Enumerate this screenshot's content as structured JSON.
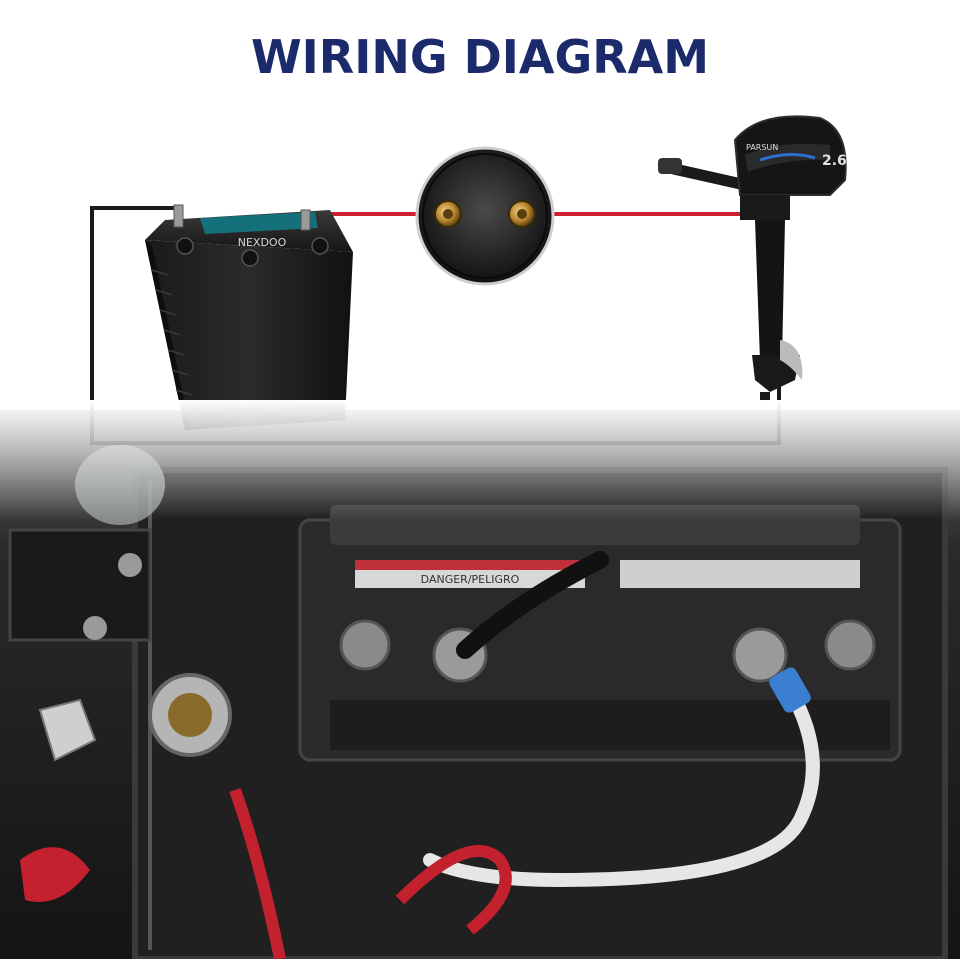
{
  "title": "WIRING DIAGRAM",
  "battery": {
    "brand_label": "NEXDOO"
  },
  "outboard_motor": {
    "logo_text": "PARSUN",
    "hp_badge": "2.6"
  },
  "photo_battery": {
    "warning_label": "DANGER/PELIGRO"
  },
  "colors": {
    "title": "#1b2a6b",
    "positive_wire": "#cc1f2f",
    "negative_wire": "#1a1a1a",
    "photo_bg": "#1c1c1c"
  }
}
